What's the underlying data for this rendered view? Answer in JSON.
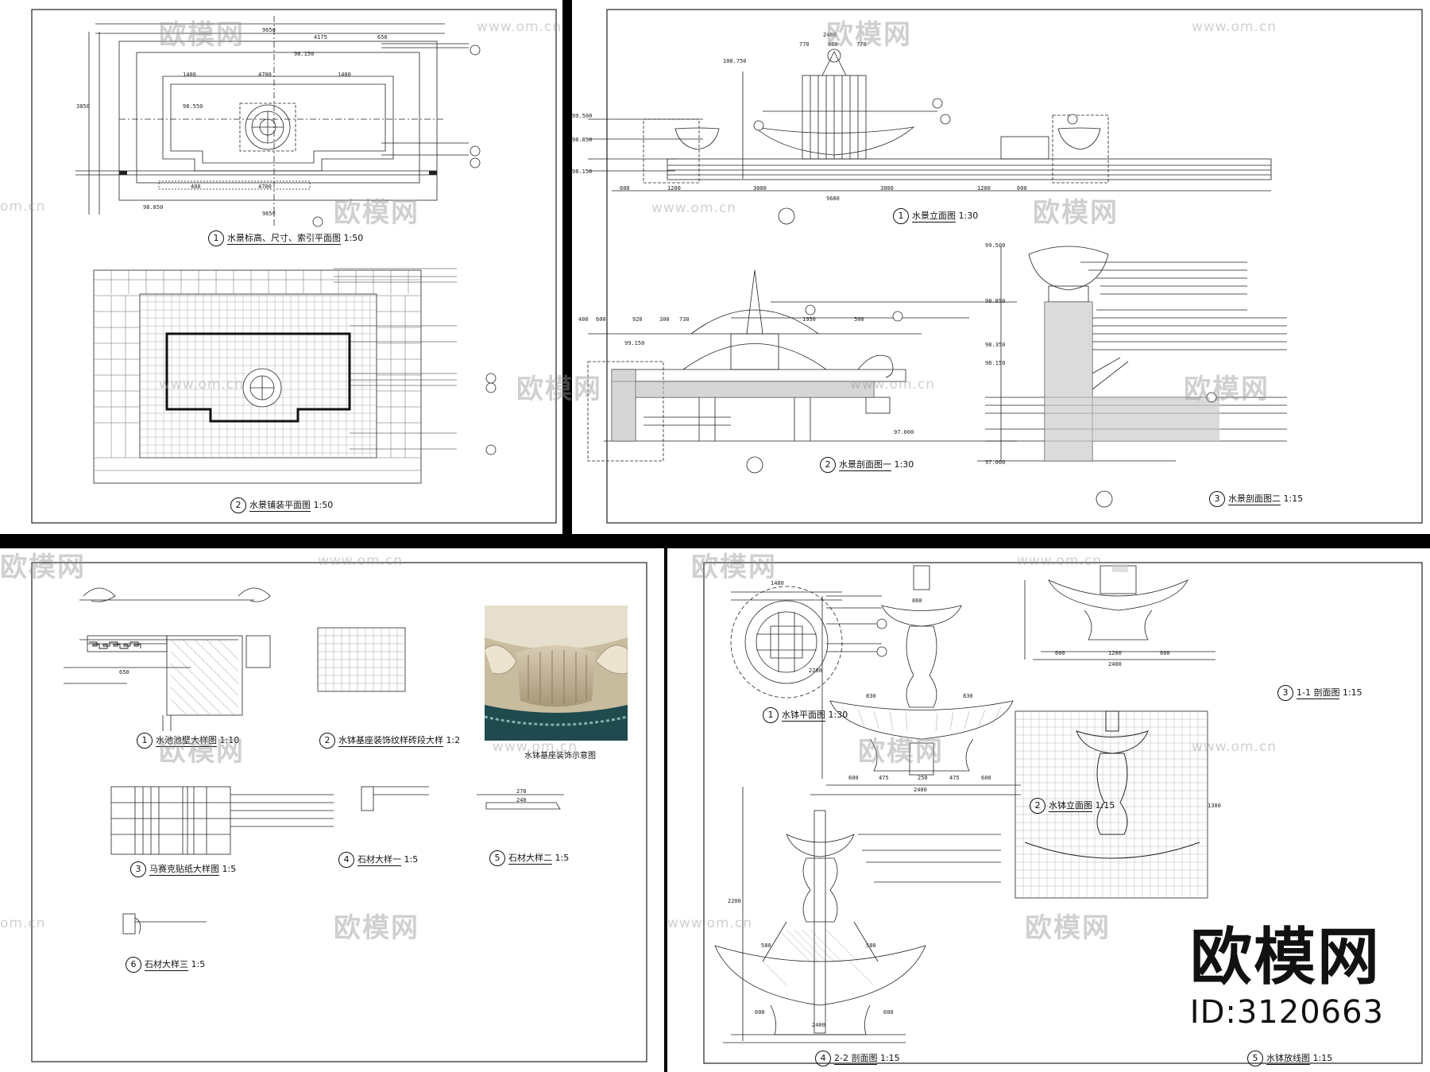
{
  "panel_a": {
    "caption_1": {
      "num": "1",
      "text": "水景标高、尺寸、索引平面图",
      "scale": "1:50"
    },
    "caption_2": {
      "num": "2",
      "text": "水景铺装平面图",
      "scale": "1:50"
    },
    "dims": [
      "9650",
      "4175",
      "650",
      "1400",
      "4700",
      "1400",
      "4700",
      "400",
      "9650",
      "3850"
    ],
    "levels": [
      "98.150",
      "98.550",
      "98.850"
    ]
  },
  "panel_b": {
    "caption_1": {
      "num": "1",
      "text": "水景立面图",
      "scale": "1:30"
    },
    "caption_2": {
      "num": "2",
      "text": "水景剖面图一",
      "scale": "1:30"
    },
    "caption_3": {
      "num": "3",
      "text": "水景剖面图二",
      "scale": "1:15"
    },
    "dims_top": [
      "2400",
      "770",
      "860",
      "770"
    ],
    "dims_bottom": [
      "600",
      "1200",
      "3000",
      "3000",
      "1200",
      "600",
      "9680"
    ],
    "dims_section": [
      "400",
      "600",
      "920",
      "300",
      "730",
      "1950",
      "500"
    ],
    "levels": [
      "100.750",
      "99.500",
      "98.850",
      "98.150",
      "99.150",
      "97.000",
      "99.500",
      "98.850",
      "98.350",
      "98.150",
      "97.000"
    ]
  },
  "panel_c": {
    "caption_1": {
      "num": "1",
      "text": "水池池壁大样图",
      "scale": "1:10"
    },
    "caption_2": {
      "num": "2",
      "text": "水钵基座装饰纹样砖段大样",
      "scale": "1:2"
    },
    "caption_3": {
      "num": "3",
      "text": "马赛克贴纸大样图",
      "scale": "1:5"
    },
    "caption_4": {
      "num": "4",
      "text": "石材大样一",
      "scale": "1:5"
    },
    "caption_5": {
      "num": "5",
      "text": "石材大样二",
      "scale": "1:5"
    },
    "caption_6": {
      "num": "6",
      "text": "石材大样三",
      "scale": "1:5"
    },
    "photo_caption": "水钵基座装饰示意图",
    "dims": [
      "650",
      "270",
      "240"
    ]
  },
  "panel_d": {
    "caption_1": {
      "num": "1",
      "text": "水钵平面图",
      "scale": "1:30"
    },
    "caption_2": {
      "num": "2",
      "text": "水钵立面图",
      "scale": "1:15"
    },
    "caption_3": {
      "num": "3",
      "text": "1-1 剖面图",
      "scale": "1:15"
    },
    "caption_4": {
      "num": "4",
      "text": "2-2 剖面图",
      "scale": "1:15"
    },
    "caption_5": {
      "num": "5",
      "text": "水钵放线图",
      "scale": "1:15"
    },
    "dims": [
      "1480",
      "860",
      "830",
      "830",
      "600",
      "475",
      "250",
      "475",
      "600",
      "2400",
      "600",
      "580",
      "580",
      "600",
      "2400",
      "600",
      "1200",
      "600",
      "2400",
      "2200",
      "1300",
      "2200"
    ]
  },
  "watermark": {
    "brand": "欧模网",
    "url": "www.om.cn",
    "url_short": "om.cn"
  },
  "logo": {
    "brand": "欧模网",
    "id": "ID:3120663"
  }
}
